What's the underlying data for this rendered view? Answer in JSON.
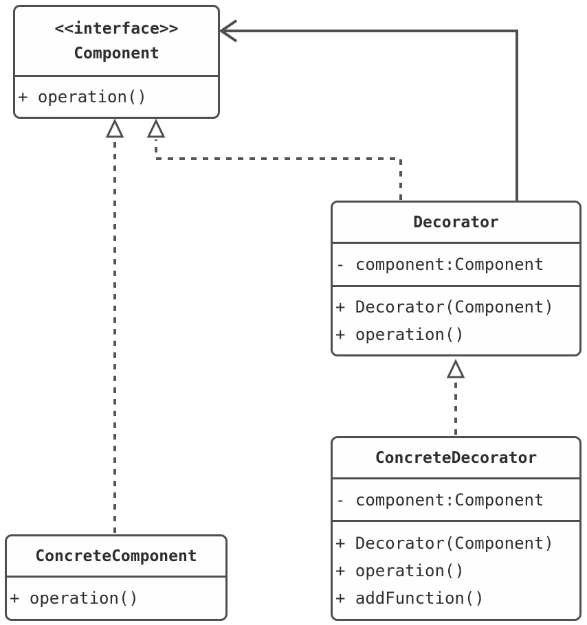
{
  "diagram": {
    "kind": "uml-class-diagram",
    "pattern": "Decorator",
    "colors": {
      "stroke": "#4f4f4f",
      "text": "#2e2e2e",
      "background": "#ffffff"
    },
    "classes": {
      "component": {
        "stereotype": "<<interface>>",
        "name": "Component",
        "methods": [
          "+ operation()"
        ]
      },
      "decorator": {
        "name": "Decorator",
        "attributes": [
          "- component:Component"
        ],
        "methods": [
          "+ Decorator(Component)",
          "+ operation()"
        ]
      },
      "concreteDecorator": {
        "name": "ConcreteDecorator",
        "attributes": [
          "- component:Component"
        ],
        "methods": [
          "+ Decorator(Component)",
          "+ operation()",
          "+ addFunction()"
        ]
      },
      "concreteComponent": {
        "name": "ConcreteComponent",
        "methods": [
          "+ operation()"
        ]
      }
    },
    "relationships": [
      {
        "from": "Decorator",
        "to": "Component",
        "type": "association",
        "line": "solid",
        "arrowhead": "open-arrow"
      },
      {
        "from": "ConcreteComponent",
        "to": "Component",
        "type": "realization",
        "line": "dashed",
        "arrowhead": "hollow-triangle"
      },
      {
        "from": "Decorator",
        "to": "Component",
        "type": "realization",
        "line": "dashed",
        "arrowhead": "hollow-triangle"
      },
      {
        "from": "ConcreteDecorator",
        "to": "Decorator",
        "type": "generalization",
        "line": "dashed",
        "arrowhead": "hollow-triangle"
      }
    ]
  }
}
